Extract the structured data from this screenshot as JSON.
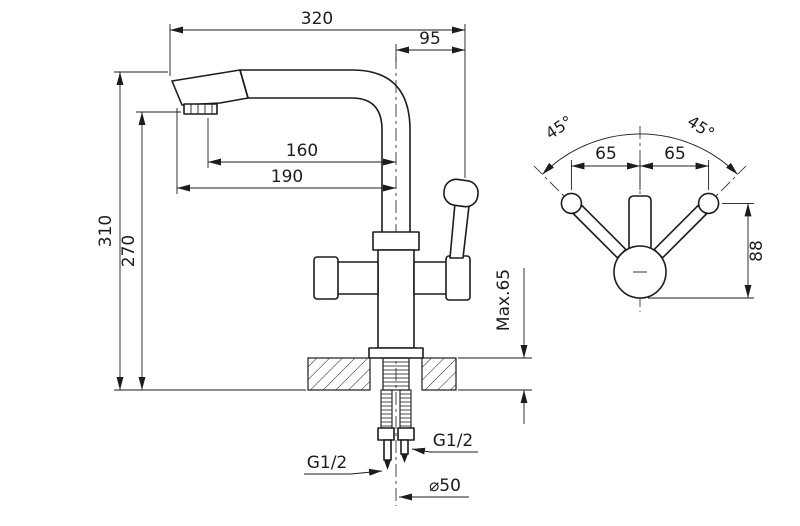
{
  "side_view": {
    "dim_total_width": "320",
    "dim_handle_offset": "95",
    "dim_reach_inner": "160",
    "dim_reach_outer": "190",
    "dim_total_height": "310",
    "dim_spout_height": "270",
    "dim_max_deck_thickness": "Max.65",
    "thread_right": "G1/2",
    "thread_left": "G1/2",
    "hole_diameter": "⌀50"
  },
  "top_view": {
    "angle_left": "45°",
    "angle_right": "45°",
    "offset_left": "65",
    "offset_right": "65",
    "depth": "88"
  },
  "colors": {
    "line": "#1c1c1c",
    "background": "#ffffff"
  }
}
